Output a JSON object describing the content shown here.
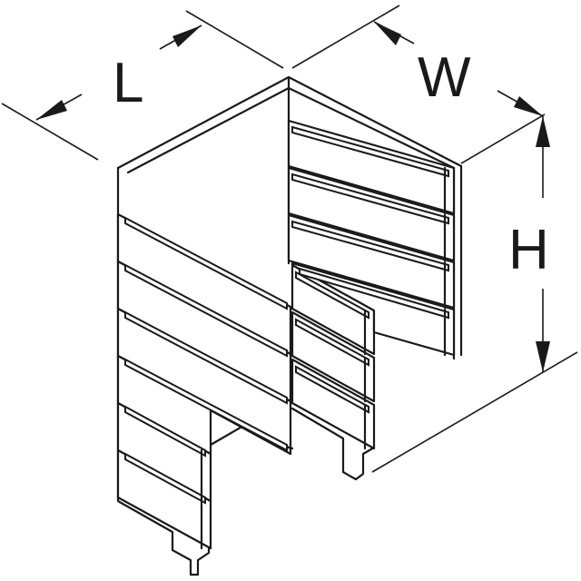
{
  "diagram": {
    "labels": {
      "length": "L",
      "width": "W",
      "height": "H"
    },
    "line_color": "#1a1a1a",
    "background_color": "#ffffff"
  }
}
